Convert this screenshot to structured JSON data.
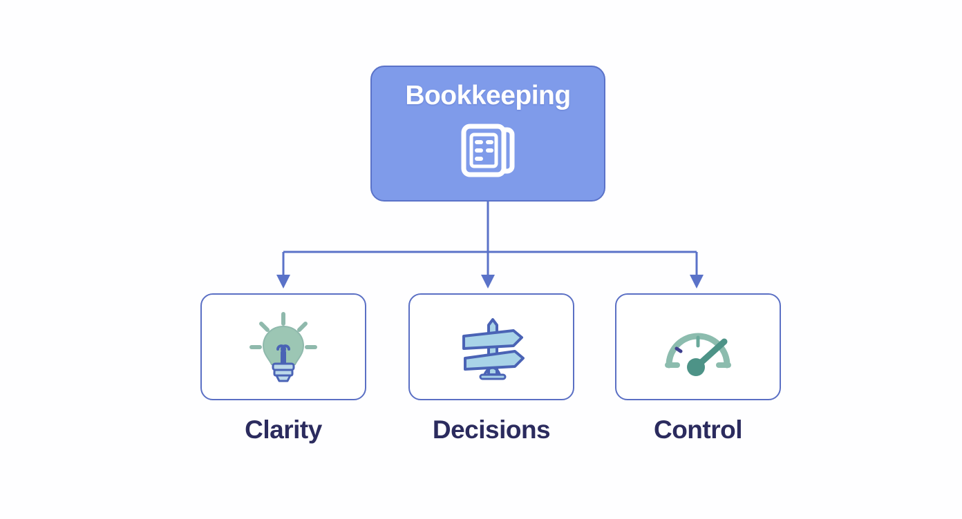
{
  "diagram": {
    "type": "hierarchy-tree",
    "background_color": "#fefeff",
    "root": {
      "title": "Bookkeeping",
      "icon": "ledger-document-icon",
      "fill_color": "#7f9bea",
      "border_color": "#5a72c8",
      "text_color": "#ffffff"
    },
    "connector": {
      "color": "#5a72c8",
      "style": "orthogonal-with-arrowheads",
      "branch_count": 3
    },
    "leaves": [
      {
        "label": "Clarity",
        "icon": "lightbulb-icon",
        "icon_colors": {
          "glass": "#9cc6b4",
          "accent": "#4a63b5",
          "base": "#bcd9ea"
        },
        "border_color": "#5a6fc4",
        "fill_color": "#ffffff",
        "label_color": "#2b2b5e"
      },
      {
        "label": "Decisions",
        "icon": "signpost-icon",
        "icon_colors": {
          "glass": "#a9d3e8",
          "accent": "#4a63b5",
          "base": "#a9d3e8"
        },
        "border_color": "#5a6fc4",
        "fill_color": "#ffffff",
        "label_color": "#2b2b5e"
      },
      {
        "label": "Control",
        "icon": "gauge-meter-icon",
        "icon_colors": {
          "glass": "#8cbcae",
          "accent": "#4a8d80",
          "base": "#4d9387"
        },
        "border_color": "#5a6fc4",
        "fill_color": "#ffffff",
        "label_color": "#2b2b5e"
      }
    ]
  }
}
